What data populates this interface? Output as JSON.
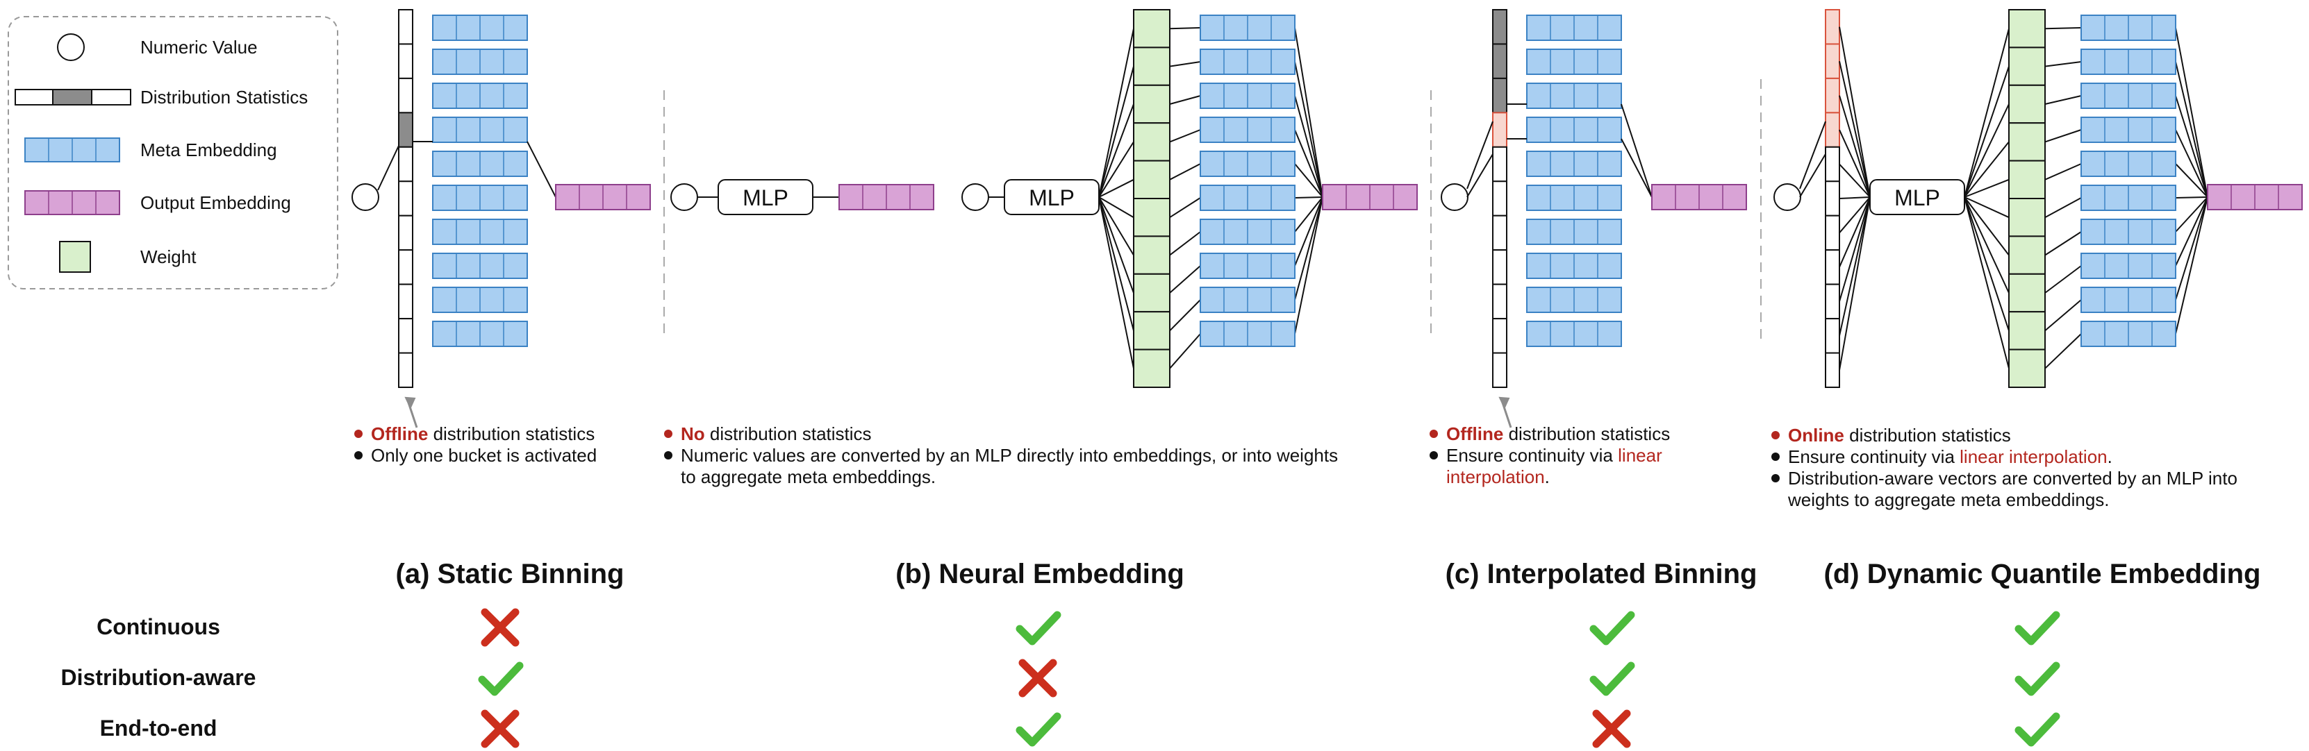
{
  "legend": {
    "items": [
      {
        "key": "numeric",
        "label": "Numeric Value"
      },
      {
        "key": "dist",
        "label": "Distribution Statistics"
      },
      {
        "key": "meta",
        "label": "Meta Embedding"
      },
      {
        "key": "output",
        "label": "Output Embedding"
      },
      {
        "key": "weight",
        "label": "Weight"
      }
    ]
  },
  "colors": {
    "meta_fill": "#a9cff2",
    "meta_stroke": "#3b82c4",
    "output_fill": "#d9a3d6",
    "output_stroke": "#8e3f8c",
    "weight_fill": "#d9f0cc",
    "gray": "#8c8c8c",
    "red_text": "#b3261e",
    "red_fill": "#f8d7cf",
    "check": "#4cbb3c",
    "cross": "#cc2f1d"
  },
  "mlp_label": "MLP",
  "panels": {
    "a": {
      "title": "(a) Static Binning",
      "bullets": [
        [
          {
            "t": "Offline",
            "red": true,
            "bold": true
          },
          {
            "t": " distribution statistics"
          }
        ],
        [
          {
            "t": "Only one bucket is activated"
          }
        ]
      ]
    },
    "b": {
      "title": "(b) Neural Embedding",
      "bullets": [
        [
          {
            "t": "No",
            "red": true,
            "bold": true
          },
          {
            "t": " distribution statistics"
          }
        ],
        [
          {
            "t": "Numeric values are converted by an MLP directly into embeddings, or into weights"
          }
        ],
        [
          {
            "t": "to aggregate meta embeddings."
          }
        ]
      ]
    },
    "c": {
      "title": "(c) Interpolated Binning",
      "bullets": [
        [
          {
            "t": "Offline",
            "red": true,
            "bold": true
          },
          {
            "t": " distribution statistics"
          }
        ],
        [
          {
            "t": "Ensure continuity via "
          },
          {
            "t": "linear",
            "red": true
          }
        ],
        [
          {
            "t": "interpolation",
            "red": true
          },
          {
            "t": "."
          }
        ]
      ]
    },
    "d": {
      "title": "(d) Dynamic Quantile Embedding",
      "bullets": [
        [
          {
            "t": "Online",
            "red": true,
            "bold": true
          },
          {
            "t": " distribution statistics"
          }
        ],
        [
          {
            "t": "Ensure continuity via "
          },
          {
            "t": "linear interpolation",
            "red": true
          },
          {
            "t": "."
          }
        ],
        [
          {
            "t": "Distribution-aware vectors are converted by an MLP into"
          }
        ],
        [
          {
            "t": "weights to aggregate meta embeddings."
          }
        ]
      ]
    }
  },
  "comparison": {
    "rows": [
      {
        "label": "Continuous",
        "values": [
          false,
          true,
          true,
          true
        ]
      },
      {
        "label": "Distribution-aware",
        "values": [
          true,
          false,
          true,
          true
        ]
      },
      {
        "label": "End-to-end",
        "values": [
          false,
          true,
          false,
          true
        ]
      }
    ]
  }
}
